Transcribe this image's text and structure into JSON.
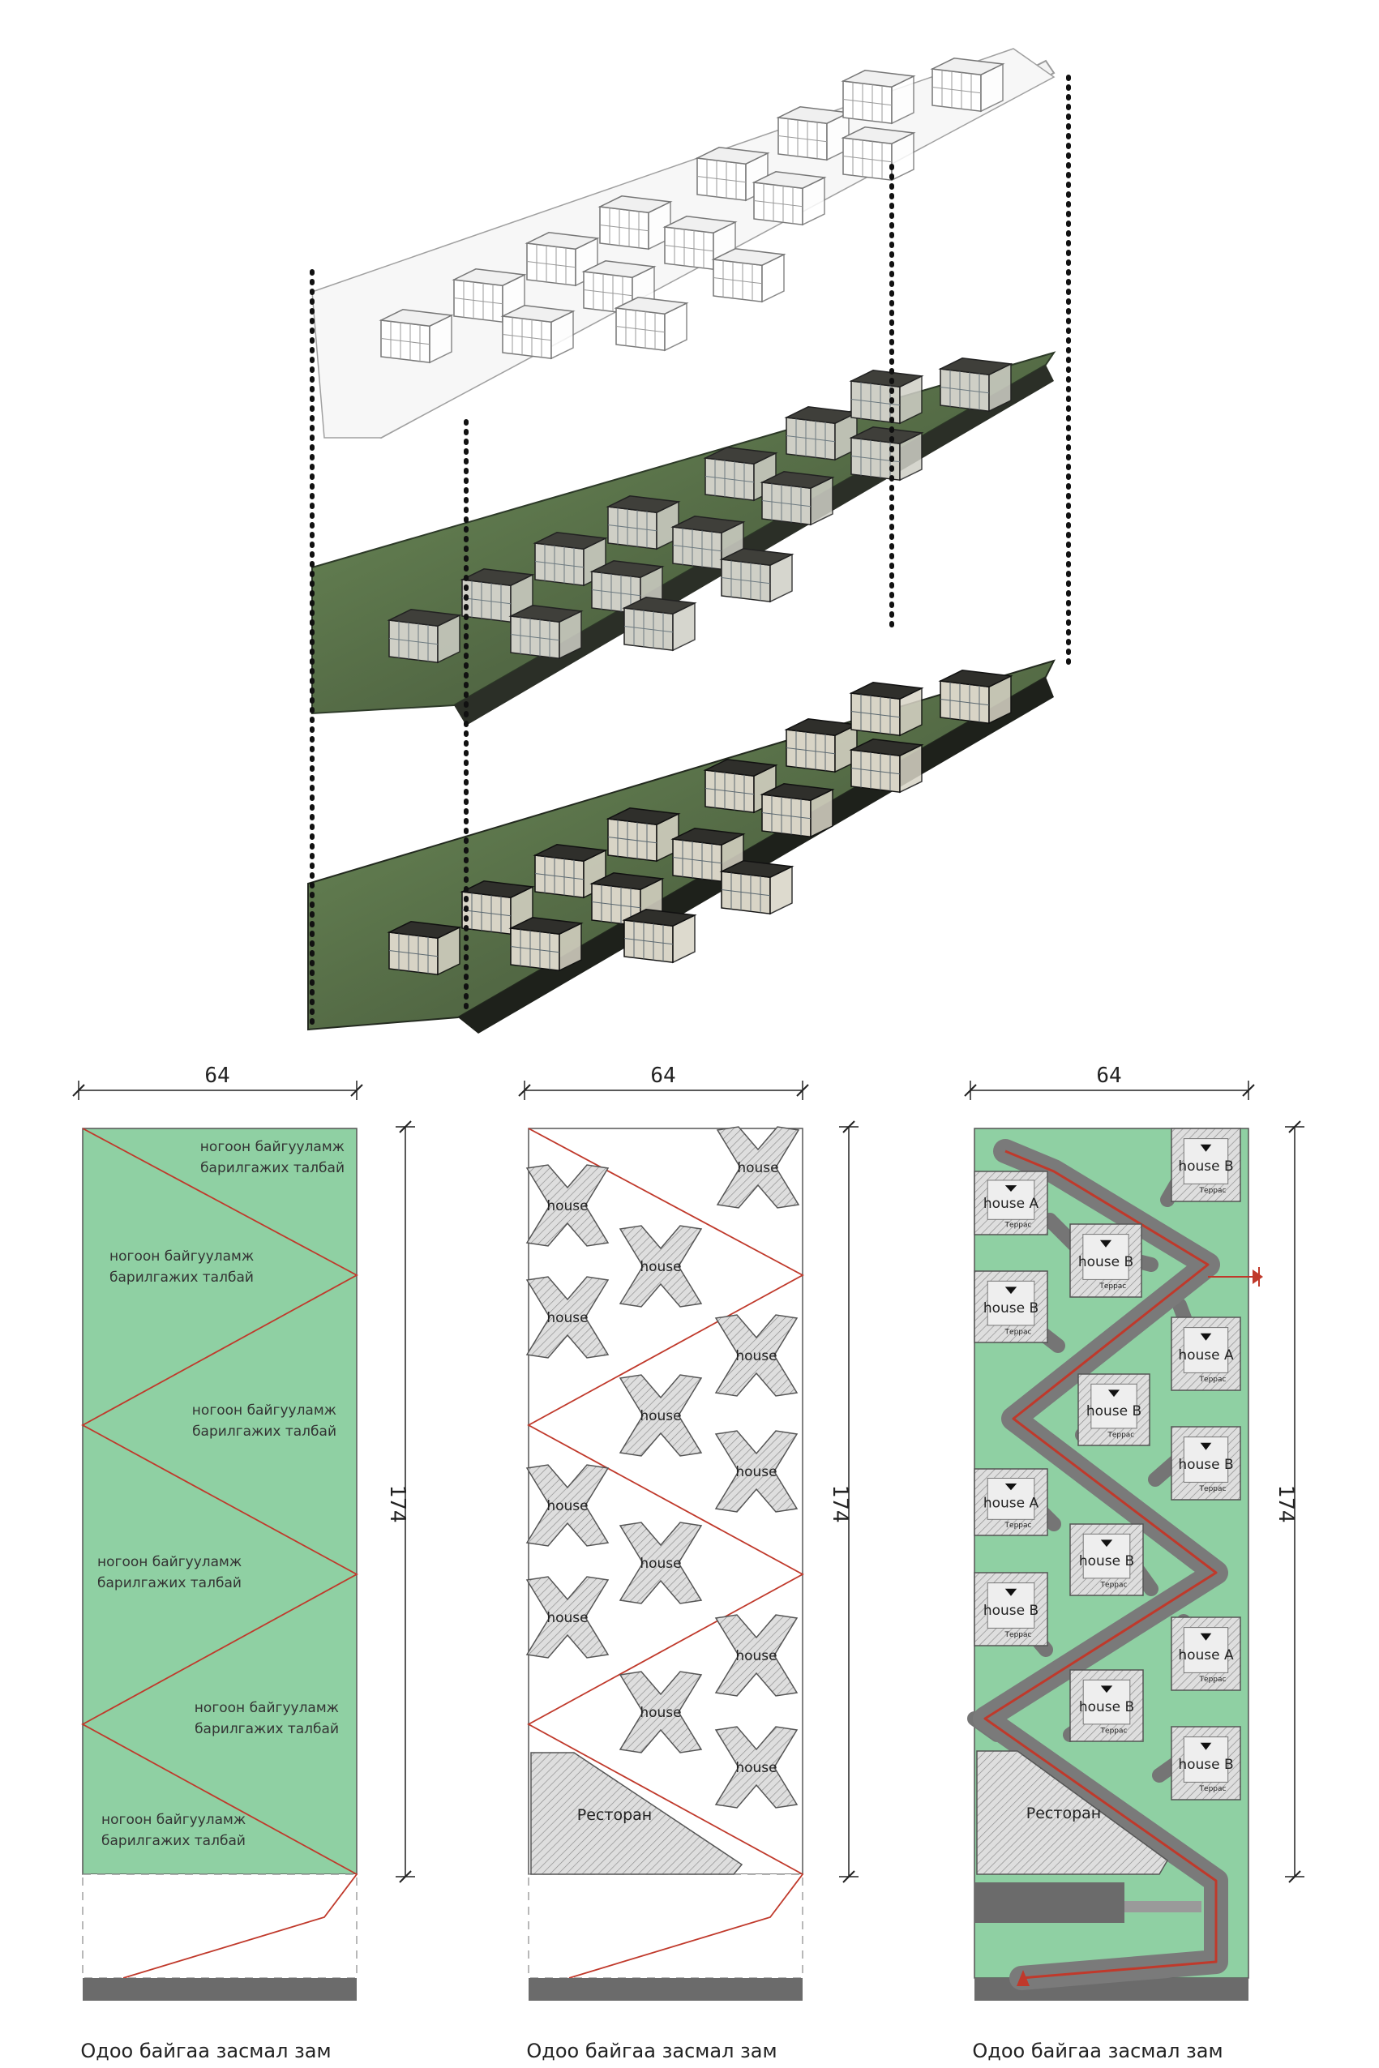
{
  "dimensions": {
    "width": "64",
    "length": "174"
  },
  "road_label": "Одоо байгаа засмал зам",
  "zone_line1": "ногоон байгууламж",
  "zone_line2": "барилгажих талбай",
  "house_label": "house",
  "house_a_label": "house A",
  "house_b_label": "house B",
  "terrace_label": "Террас",
  "restaurant_label": "Ресторан",
  "colors": {
    "green": "#8fd0a3",
    "red_line": "#c0392b",
    "road": "#6b6b6b",
    "house": "#d6d6d6",
    "path": "#7a7a7a"
  }
}
